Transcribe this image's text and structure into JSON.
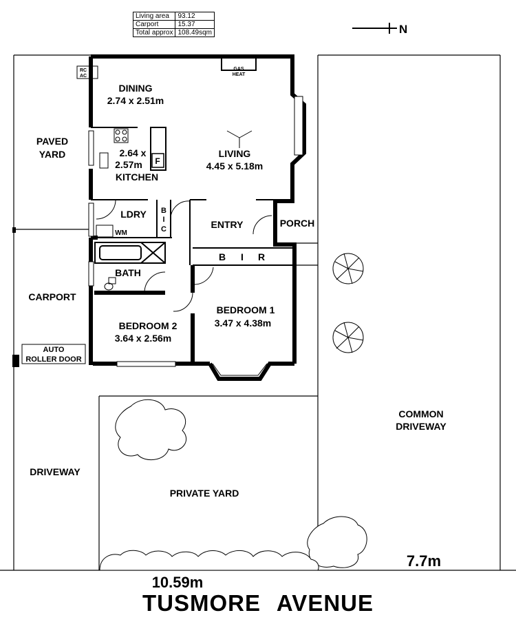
{
  "area_table": {
    "rows": [
      {
        "label": "Living area",
        "value": "93.12"
      },
      {
        "label": "Carport",
        "value": "15.37"
      },
      {
        "label": "Total approx",
        "value": "108.49sqm"
      }
    ]
  },
  "north_marker": {
    "letter": "N"
  },
  "rooms": {
    "dining": {
      "name": "DINING",
      "size": "2.74 x 2.51m"
    },
    "living": {
      "name": "LIVING",
      "size": "4.45 x 5.18m"
    },
    "kitchen": {
      "size_line1": "2.64 x",
      "size_line2": "2.57m",
      "name": "KITCHEN",
      "fridge": "F"
    },
    "laundry": {
      "name": "LDRY",
      "washer": "WM"
    },
    "bic_vertical": [
      "B",
      "I",
      "C"
    ],
    "entry": {
      "name": "ENTRY"
    },
    "porch": {
      "name": "PORCH"
    },
    "bir": [
      "B",
      "I",
      "R"
    ],
    "bath": {
      "name": "BATH"
    },
    "bedroom1": {
      "name": "BEDROOM 1",
      "size": "3.47 x 4.38m"
    },
    "bedroom2": {
      "name": "BEDROOM 2",
      "size": "3.64 x 2.56m"
    }
  },
  "fixtures": {
    "rc_ac": [
      "RC",
      "AC"
    ],
    "gas_heat": [
      "GAS",
      "HEAT"
    ],
    "roller_door": [
      "AUTO",
      "ROLLER DOOR"
    ]
  },
  "outdoor": {
    "paved_yard": [
      "PAVED",
      "YARD"
    ],
    "carport": "CARPORT",
    "driveway": "DRIVEWAY",
    "private_yard": "PRIVATE YARD",
    "common_driveway": [
      "COMMON",
      "DRIVEWAY"
    ]
  },
  "dimensions": {
    "frontage": "10.59m",
    "common_width": "7.7m"
  },
  "street": "TUSMORE   AVENUE"
}
